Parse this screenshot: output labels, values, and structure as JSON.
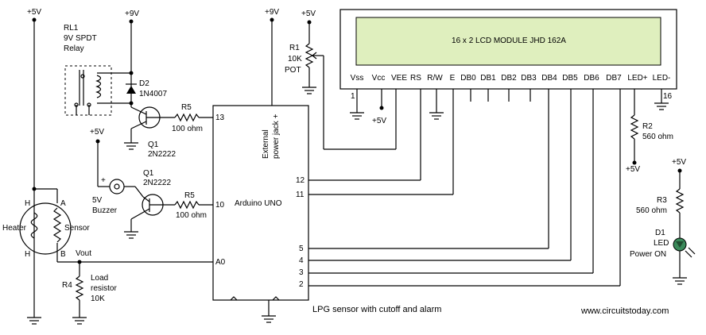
{
  "supply": {
    "plus5": "+5V",
    "plus9": "+9V"
  },
  "relay": {
    "ref": "RL1",
    "type": "9V SPDT",
    "name": "Relay"
  },
  "diode_d2": {
    "ref": "D2",
    "part": "1N4007"
  },
  "resistor_r5_top": {
    "ref": "R5",
    "value": "100 ohm"
  },
  "resistor_r5_bottom": {
    "ref": "R5",
    "value": "100 ohm"
  },
  "transistor_top": {
    "ref": "Q1",
    "part": "2N2222"
  },
  "transistor_bottom": {
    "ref": "Q1",
    "part": "2N2222"
  },
  "pot": {
    "ref": "R1",
    "value": "10K",
    "type": "POT"
  },
  "buzzer": {
    "plus": "+",
    "label1": "5V",
    "label2": "Buzzer"
  },
  "sensor": {
    "heater": "Heater",
    "sensor": "Sensor",
    "h_top": "H",
    "h_bottom": "H",
    "a": "A",
    "b": "B",
    "vout": "Vout"
  },
  "load_resistor": {
    "ref": "R4",
    "line1": "Load",
    "line2": "resistor",
    "line3": "10K"
  },
  "arduino": {
    "name": "Arduino UNO",
    "jack1": "External",
    "jack2": "power jack +",
    "pins": [
      "13",
      "10",
      "12",
      "11",
      "5",
      "4",
      "3",
      "2",
      "A0"
    ]
  },
  "lcd": {
    "title": "16 x 2 LCD MODULE  JHD  162A",
    "pins": [
      "Vss",
      "Vcc",
      "VEE",
      "RS",
      "R/W",
      "E",
      "DB0",
      "DB1",
      "DB2",
      "DB3",
      "DB4",
      "DB5",
      "DB6",
      "DB7",
      "LED+",
      "LED-"
    ],
    "pin_first": "1",
    "pin_last": "16"
  },
  "resistor_r2": {
    "ref": "R2",
    "value": "560 ohm"
  },
  "resistor_r3": {
    "ref": "R3",
    "value": "560 ohm"
  },
  "led_d1": {
    "ref": "D1",
    "type": "LED",
    "label": "Power ON"
  },
  "caption": "LPG sensor with cutoff and alarm",
  "website": "www.circuitstoday.com"
}
